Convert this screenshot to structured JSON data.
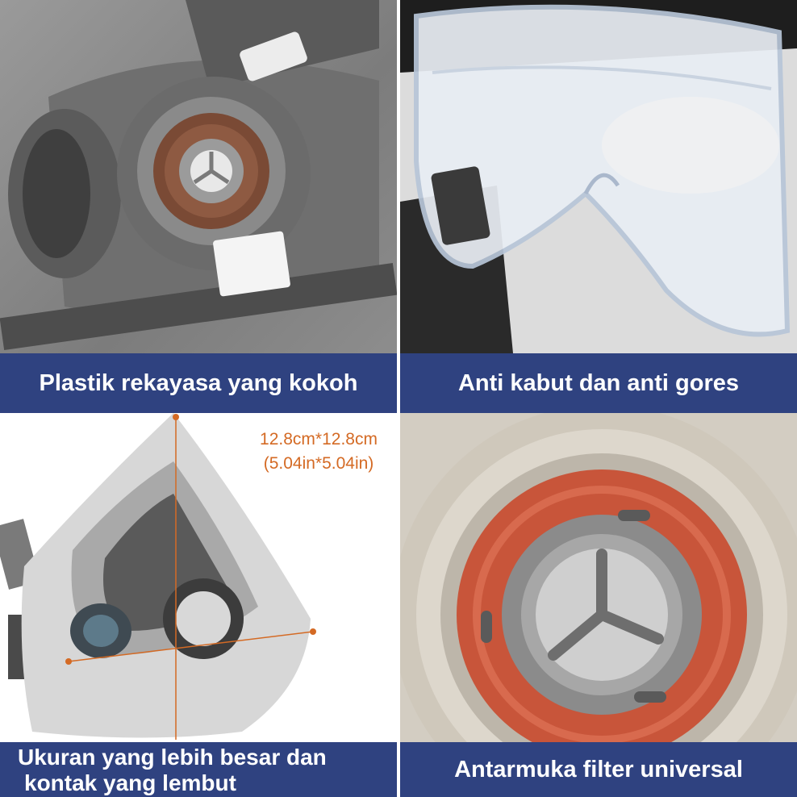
{
  "captions": {
    "top_left": "Plastik rekayasa yang kokoh",
    "top_right": "Anti kabut dan anti gores",
    "bottom_left_line1": "Ukuran yang lebih besar dan",
    "bottom_left_line2": "kontak yang lembut",
    "bottom_right": "Antarmuka filter universal"
  },
  "dimensions": {
    "metric": "12.8cm*12.8cm",
    "imperial": "(5.04in*5.04in)"
  },
  "colors": {
    "caption_bg": "#2f4280",
    "caption_text": "#ffffff",
    "dimension_text": "#d46a24",
    "gasket": "#c8553a"
  }
}
